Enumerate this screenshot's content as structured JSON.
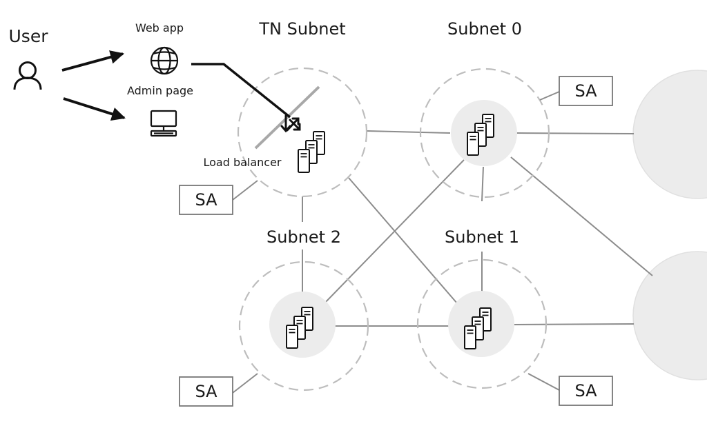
{
  "actor": {
    "label": "User",
    "icon": "user-icon"
  },
  "entry_points": [
    {
      "id": "web",
      "label": "Web app",
      "icon": "globe-icon"
    },
    {
      "id": "admin",
      "label": "Admin page",
      "icon": "monitor-icon"
    }
  ],
  "subnets": [
    {
      "id": "tn",
      "label": "TN Subnet",
      "sa_label": "SA",
      "has_load_balancer": true,
      "load_balancer_label": "Load balancer"
    },
    {
      "id": "s0",
      "label": "Subnet 0",
      "sa_label": "SA"
    },
    {
      "id": "s1",
      "label": "Subnet 1",
      "sa_label": "SA"
    },
    {
      "id": "s2",
      "label": "Subnet 2",
      "sa_label": "SA"
    }
  ],
  "links": [
    [
      "tn",
      "s0"
    ],
    [
      "tn",
      "s2"
    ],
    [
      "tn",
      "s1"
    ],
    [
      "s0",
      "s2"
    ],
    [
      "s0",
      "s1"
    ],
    [
      "s0",
      "ext-top"
    ],
    [
      "s0",
      "ext-bottom"
    ],
    [
      "s2",
      "s1"
    ],
    [
      "s1",
      "ext-bottom"
    ]
  ],
  "external_nodes": [
    "ext-top",
    "ext-bottom"
  ],
  "colors": {
    "line": "#8c8c8c",
    "dash": "#bdbdbd",
    "node_fill": "#ececec",
    "stroke": "#111111",
    "lb_bar": "#a8a8a8"
  }
}
